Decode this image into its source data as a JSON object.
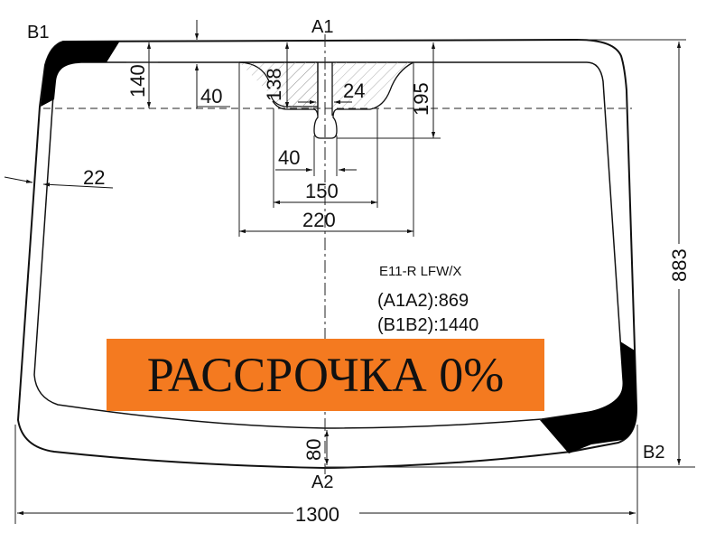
{
  "points": {
    "a1": "A1",
    "a2": "A2",
    "b1": "B1",
    "b2": "B2"
  },
  "dimensions": {
    "top_band": "140",
    "left_offset": "40",
    "mirror_height": "138",
    "mirror_inner": "24",
    "total_mirror_height": "195",
    "stem_width": "40",
    "inner_width": "150",
    "outer_width": "220",
    "side_band": "22",
    "height": "883",
    "bottom_band": "80",
    "width": "1300"
  },
  "specs": {
    "code": "E11-R LFW/X",
    "a1a2": "(A1A2):869",
    "b1b2": "(B1B2):1440"
  },
  "banner": {
    "text": "РАССРОЧКА 0%",
    "color": "#f47a20"
  }
}
